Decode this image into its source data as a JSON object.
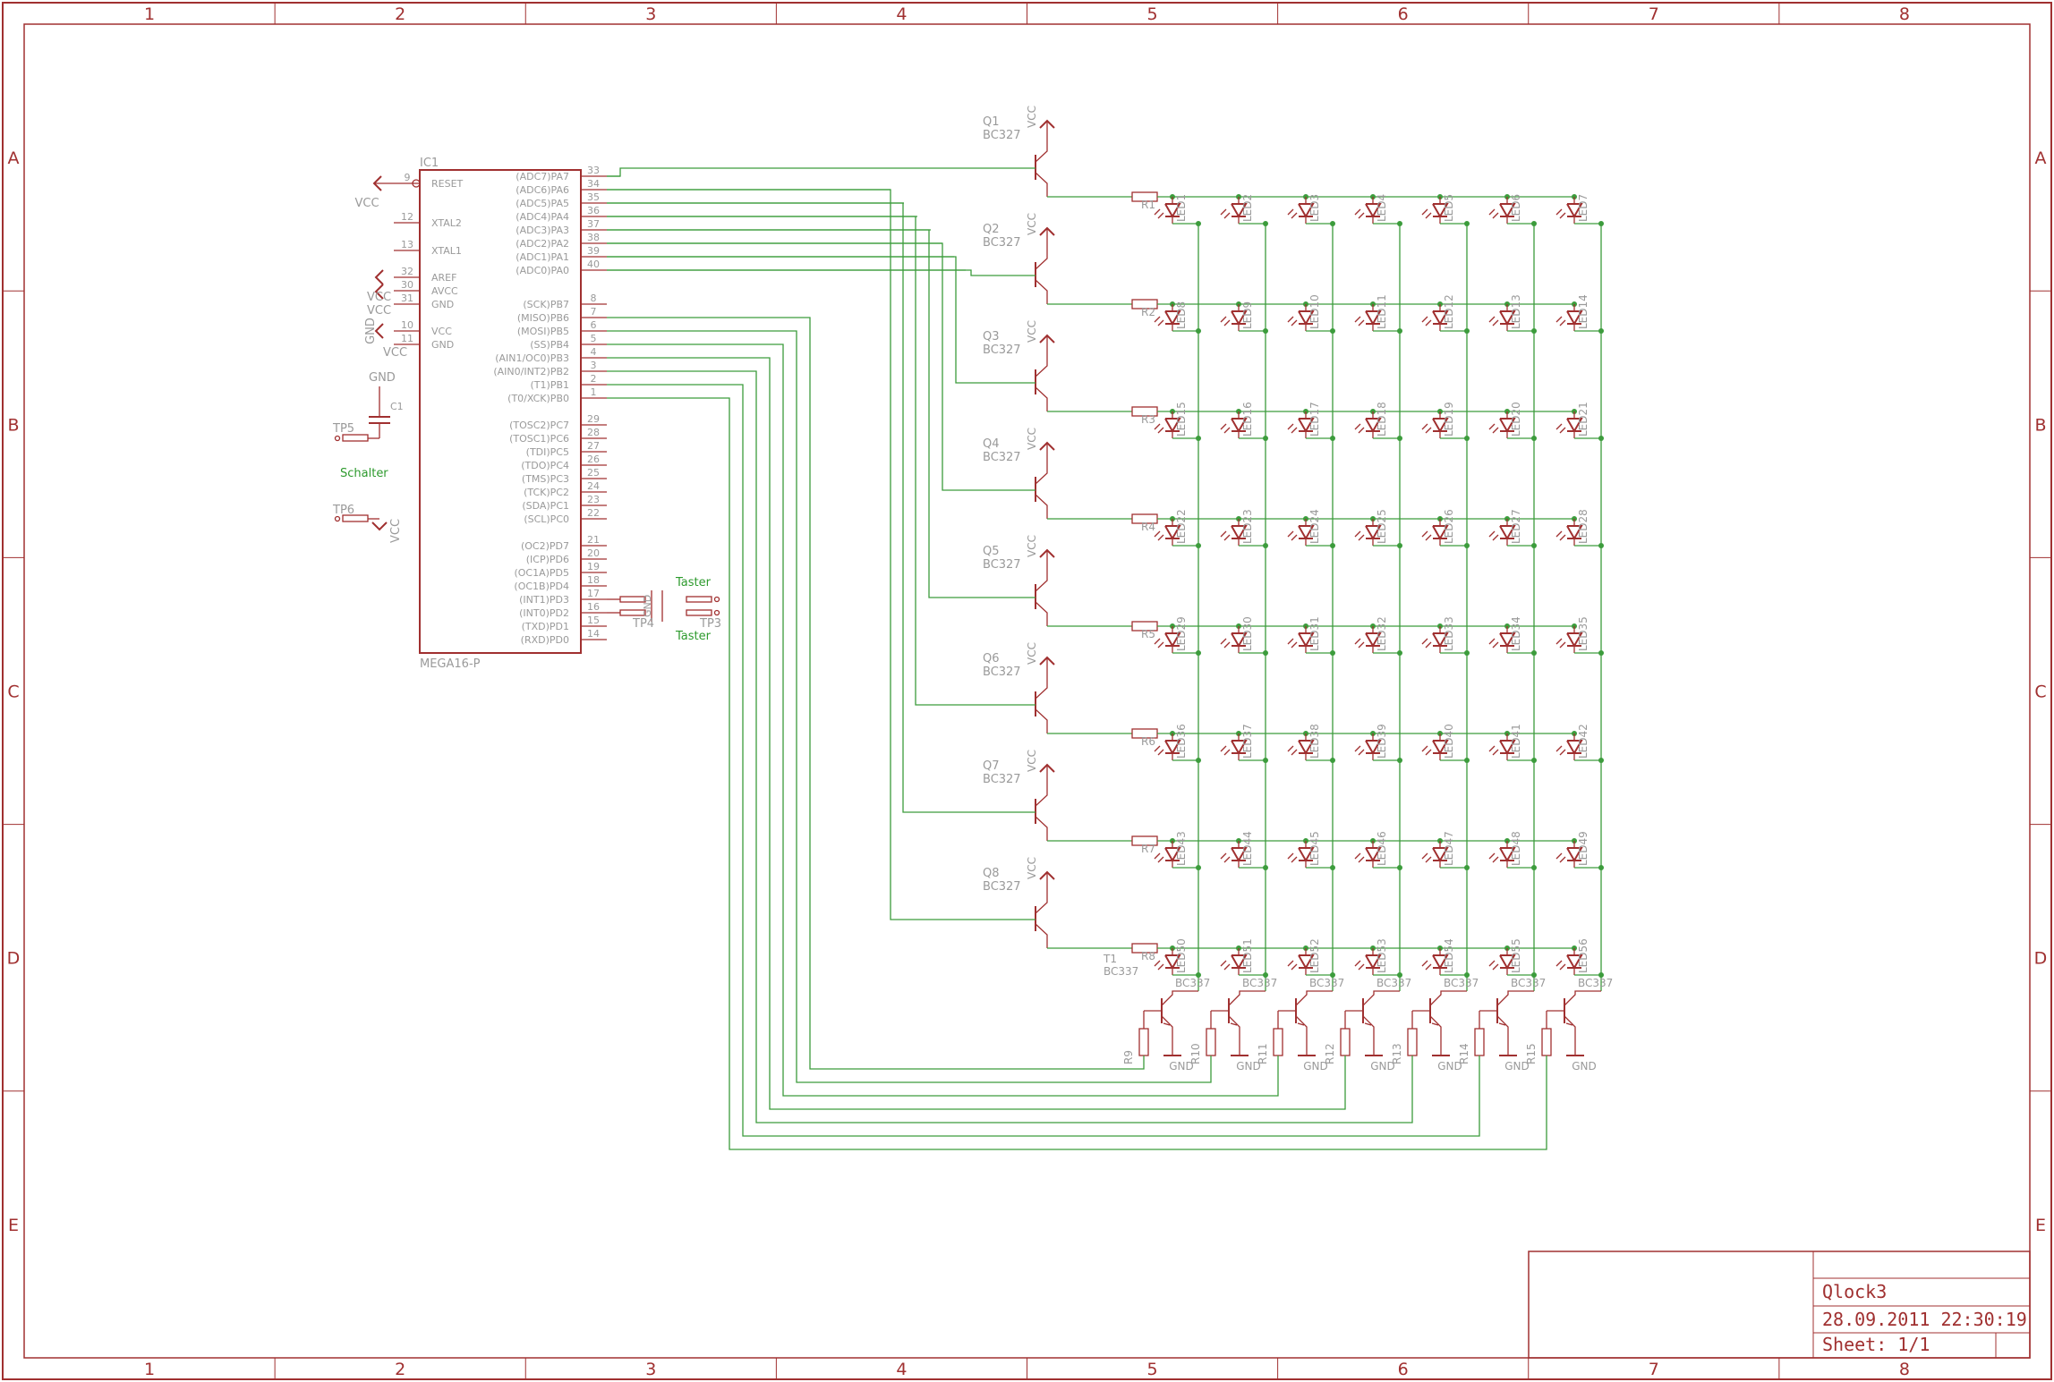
{
  "sheet": {
    "columns": [
      "1",
      "2",
      "3",
      "4",
      "5",
      "6",
      "7",
      "8"
    ],
    "rows": [
      "A",
      "B",
      "C",
      "D",
      "E"
    ]
  },
  "title_block": {
    "name": "Qlock3",
    "date": "28.09.2011 22:30:19",
    "sheet": "Sheet: 1/1"
  },
  "ic": {
    "ref": "IC1",
    "value": "MEGA16-P",
    "left_pins": [
      {
        "num": "9",
        "name": "RESET"
      },
      {
        "num": "12",
        "name": "XTAL2"
      },
      {
        "num": "13",
        "name": "XTAL1"
      },
      {
        "num": "32",
        "name": "AREF"
      },
      {
        "num": "30",
        "name": "AVCC"
      },
      {
        "num": "31",
        "name": "GND"
      },
      {
        "num": "10",
        "name": "VCC"
      },
      {
        "num": "11",
        "name": "GND"
      }
    ],
    "right_pins": [
      {
        "num": "33",
        "name": "(ADC7)PA7"
      },
      {
        "num": "34",
        "name": "(ADC6)PA6"
      },
      {
        "num": "35",
        "name": "(ADC5)PA5"
      },
      {
        "num": "36",
        "name": "(ADC4)PA4"
      },
      {
        "num": "37",
        "name": "(ADC3)PA3"
      },
      {
        "num": "38",
        "name": "(ADC2)PA2"
      },
      {
        "num": "39",
        "name": "(ADC1)PA1"
      },
      {
        "num": "40",
        "name": "(ADC0)PA0"
      },
      {
        "num": "8",
        "name": "(SCK)PB7"
      },
      {
        "num": "7",
        "name": "(MISO)PB6"
      },
      {
        "num": "6",
        "name": "(MOSI)PB5"
      },
      {
        "num": "5",
        "name": "(SS)PB4"
      },
      {
        "num": "4",
        "name": "(AIN1/OC0)PB3"
      },
      {
        "num": "3",
        "name": "(AIN0/INT2)PB2"
      },
      {
        "num": "2",
        "name": "(T1)PB1"
      },
      {
        "num": "1",
        "name": "(T0/XCK)PB0"
      },
      {
        "num": "29",
        "name": "(TOSC2)PC7"
      },
      {
        "num": "28",
        "name": "(TOSC1)PC6"
      },
      {
        "num": "27",
        "name": "(TDI)PC5"
      },
      {
        "num": "26",
        "name": "(TDO)PC4"
      },
      {
        "num": "25",
        "name": "(TMS)PC3"
      },
      {
        "num": "24",
        "name": "(TCK)PC2"
      },
      {
        "num": "23",
        "name": "(SDA)PC1"
      },
      {
        "num": "22",
        "name": "(SCL)PC0"
      },
      {
        "num": "21",
        "name": "(OC2)PD7"
      },
      {
        "num": "20",
        "name": "(ICP)PD6"
      },
      {
        "num": "19",
        "name": "(OC1A)PD5"
      },
      {
        "num": "18",
        "name": "(OC1B)PD4"
      },
      {
        "num": "17",
        "name": "(INT1)PD3"
      },
      {
        "num": "16",
        "name": "(INT0)PD2"
      },
      {
        "num": "15",
        "name": "(TXD)PD1"
      },
      {
        "num": "14",
        "name": "(RXD)PD0"
      }
    ]
  },
  "labels": {
    "vcc": "VCC",
    "gnd": "GND",
    "c1": "C1",
    "tp5": "TP5",
    "tp6": "TP6",
    "tp3": "TP3",
    "tp4": "TP4",
    "schalter": "Schalter",
    "taster": "Taster",
    "t1": "T1",
    "bc337": "BC337",
    "bc327": "BC327"
  },
  "row_transistors": [
    "Q1",
    "Q2",
    "Q3",
    "Q4",
    "Q5",
    "Q6",
    "Q7",
    "Q8"
  ],
  "row_resistors": [
    "R1",
    "R2",
    "R3",
    "R4",
    "R5",
    "R6",
    "R7",
    "R8"
  ],
  "column_resistors": [
    "R9",
    "R10",
    "R11",
    "R12",
    "R13",
    "R14",
    "R15"
  ],
  "led_matrix": {
    "rows": 8,
    "columns": 7,
    "prefix": "LED",
    "count": 56
  }
}
